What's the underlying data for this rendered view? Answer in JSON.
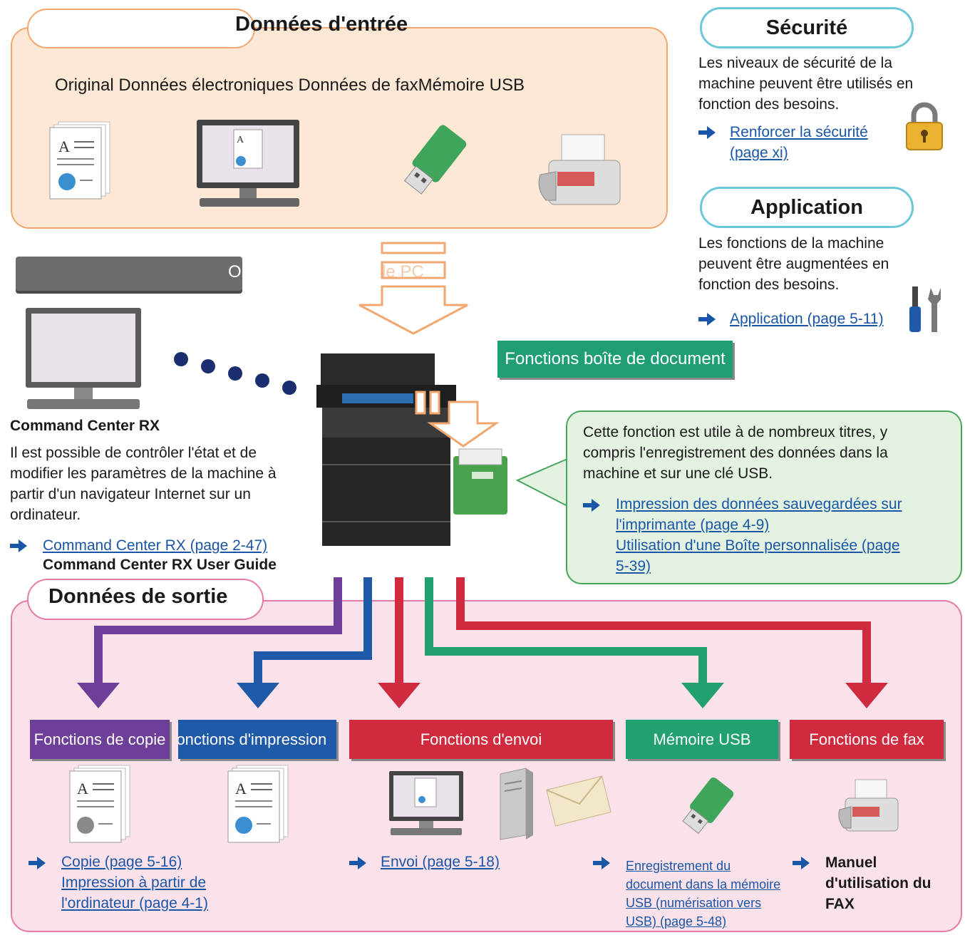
{
  "input": {
    "title": "Données d'entrée",
    "sources": "Original Données électroniques Données de faxMémoire USB",
    "icons": [
      "document-icon",
      "monitor-icon",
      "usb-icon",
      "fax-icon"
    ]
  },
  "security": {
    "title": "Sécurité",
    "text": [
      "Les niveaux de sécurité de la",
      "machine peuvent être utilisés en",
      "fonction des besoins."
    ],
    "link": [
      "Renforcer la sécurité",
      "(page xi)"
    ]
  },
  "application": {
    "title": "Application",
    "text": [
      "Les fonctions de la machine",
      "peuvent être augmentées en",
      "fonction des besoins."
    ],
    "link": "Application (page 5-11)"
  },
  "overlay_fragments": {
    "left": "O",
    "right": "le PC"
  },
  "command_center": {
    "title": "Command Center RX",
    "text": [
      "Il est possible de contrôler l'état et de",
      "modifier les paramètres de la machine à",
      "partir d'un navigateur Internet sur un",
      "ordinateur."
    ],
    "link": "Command Center RX (page 2-47)",
    "guide": "Command Center RX User Guide"
  },
  "document_box": {
    "label": "Fonctions boîte de document",
    "text": [
      "Cette fonction est utile à de nombreux titres, y",
      "compris l'enregistrement des données dans la",
      "machine et sur une clé USB."
    ],
    "links": [
      "Impression des données sauvegardées sur",
      "l'imprimante (page 4-9)",
      "Utilisation d'une Boîte personnalisée (page",
      "5-39)"
    ]
  },
  "output": {
    "title": "Données de sortie",
    "functions": [
      {
        "label": "Fonctions de copie",
        "color": "#6e3f99"
      },
      {
        "label": "Fonctions d'impression",
        "color": "#1f5aa8"
      },
      {
        "label": "Fonctions d'envoi",
        "color": "#d02a3e"
      },
      {
        "label": "Mémoire USB",
        "color": "#22a070"
      },
      {
        "label": "Fonctions de fax",
        "color": "#d02a3e"
      }
    ],
    "copy_links": [
      "Copie (page 5-16)",
      "Impression à partir de",
      "l'ordinateur (page 4-1)"
    ],
    "send_link": "Envoi (page 5-18)",
    "usb_links": [
      "Enregistrement du",
      "document dans la mémoire",
      "USB (numérisation vers",
      "USB) (page 5-48)"
    ],
    "fax_manual": [
      "Manuel",
      "d'utilisation du",
      "FAX"
    ]
  },
  "colors": {
    "input_bg": "#fce8d4",
    "input_border": "#f0a770",
    "output_bg": "#fbe2ea",
    "output_border": "#e57aa8",
    "pill_border": "#6cc7d8",
    "link": "#1a56a8",
    "purple": "#6e3f99",
    "blue": "#1f5aa8",
    "red": "#d02a3e",
    "green": "#22a070"
  }
}
